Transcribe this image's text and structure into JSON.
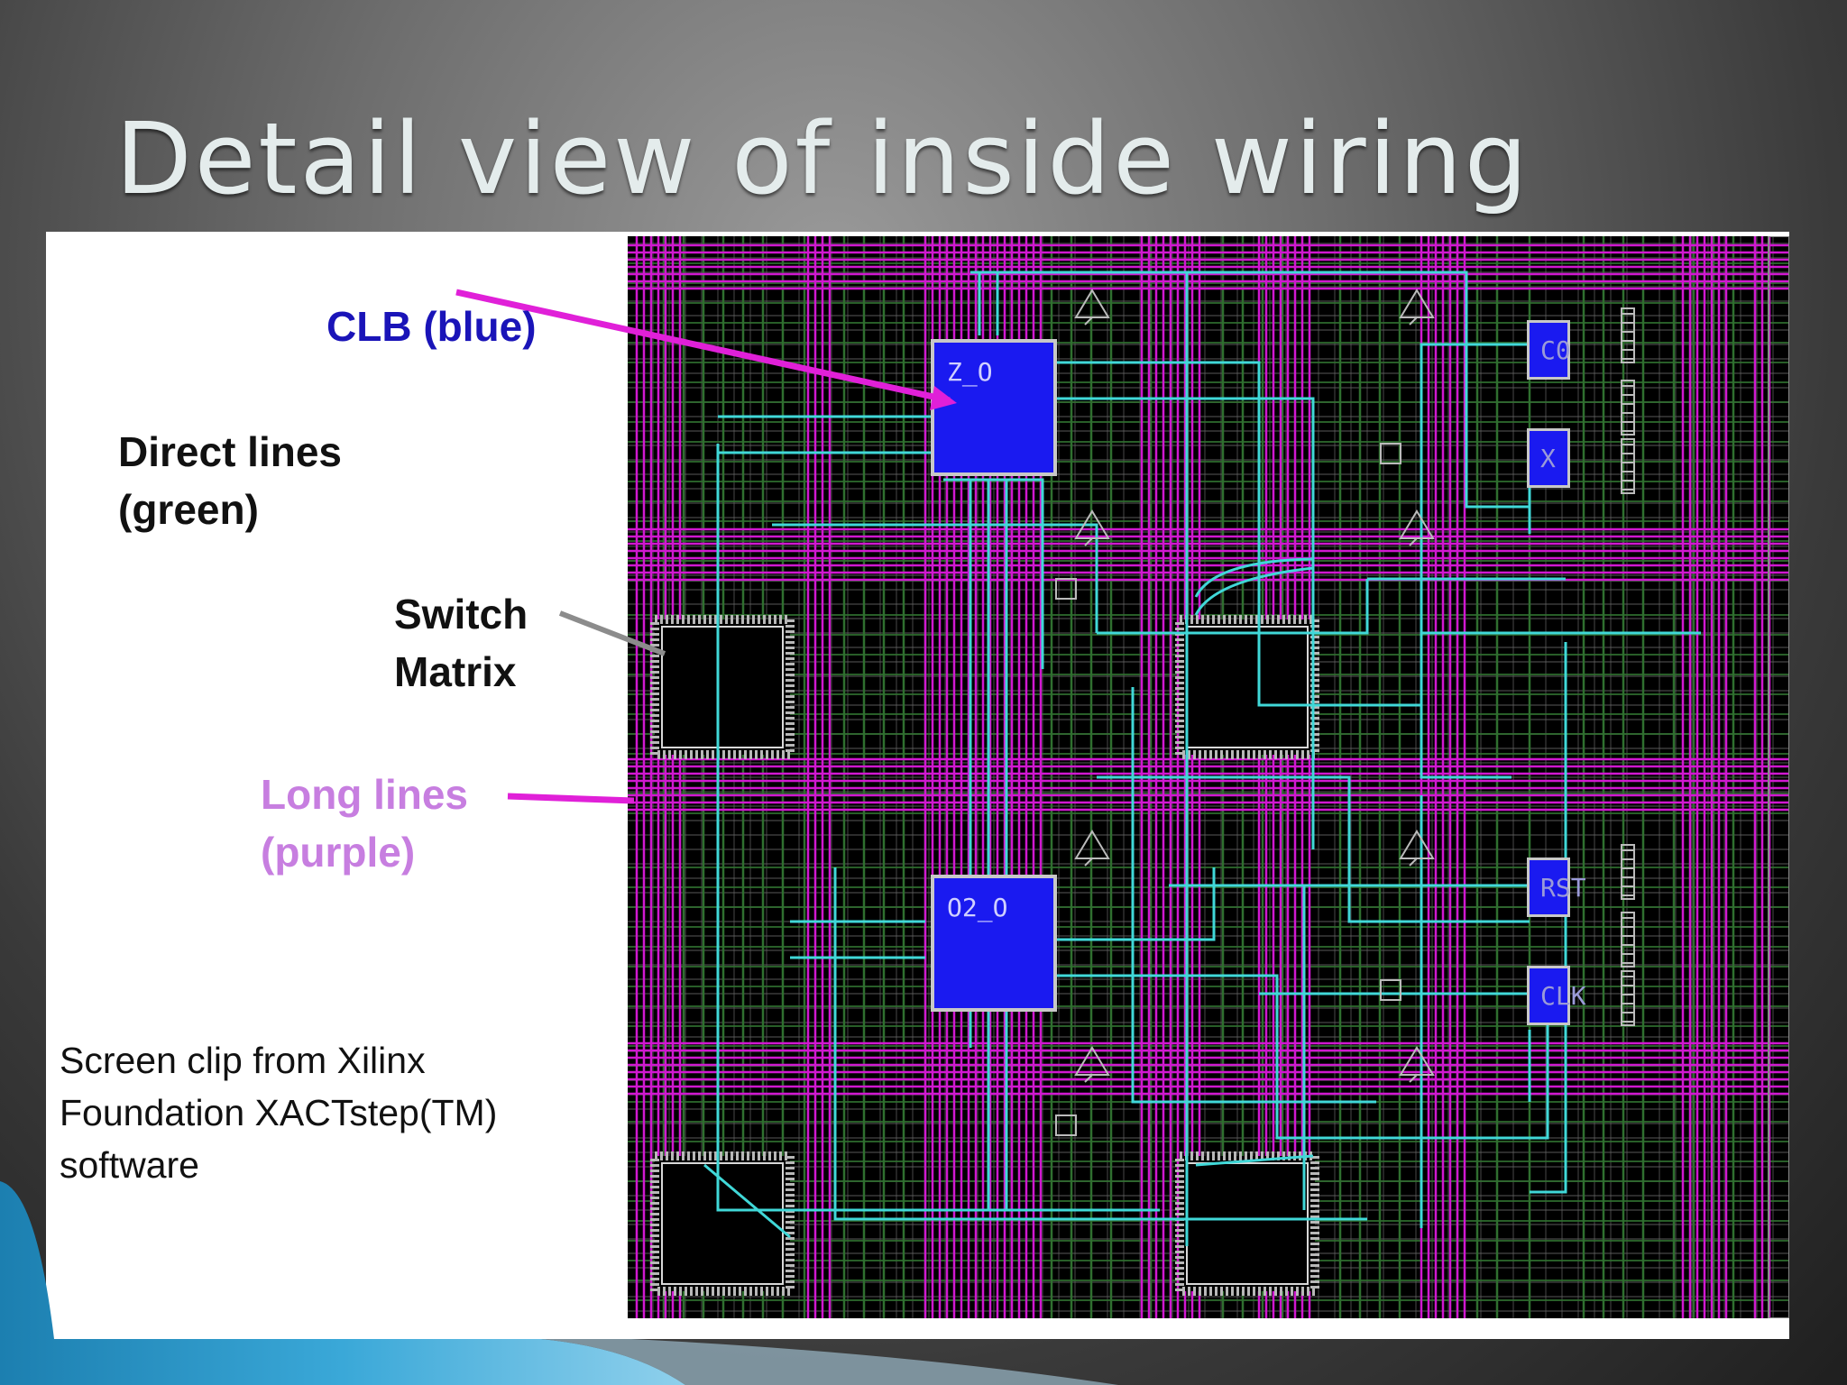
{
  "slide": {
    "title": "Detail view of inside wiring"
  },
  "labels": {
    "clb": "CLB (blue)",
    "direct_line1": "Direct lines",
    "direct_line2": "(green)",
    "switch_line1": "Switch",
    "switch_line2": "Matrix",
    "long_line1": "Long lines",
    "long_line2": "(purple)"
  },
  "caption": {
    "line1": "Screen clip from Xilinx",
    "line2": "Foundation XACTstep(TM)",
    "line3": "software"
  },
  "diagram": {
    "clb_blocks": [
      {
        "label": "Z_O"
      },
      {
        "label": "O2_O"
      }
    ],
    "io_blocks": [
      {
        "label": "C0"
      },
      {
        "label": "X"
      },
      {
        "label": "RST"
      },
      {
        "label": "CLK"
      }
    ],
    "colors": {
      "clb": "#1a1af0",
      "direct_lines": "#2f6f2f",
      "long_lines": "#d018d0",
      "interconnect": "#40d8d8",
      "switch_matrix": "#b8b8b8",
      "background": "#000000"
    }
  }
}
